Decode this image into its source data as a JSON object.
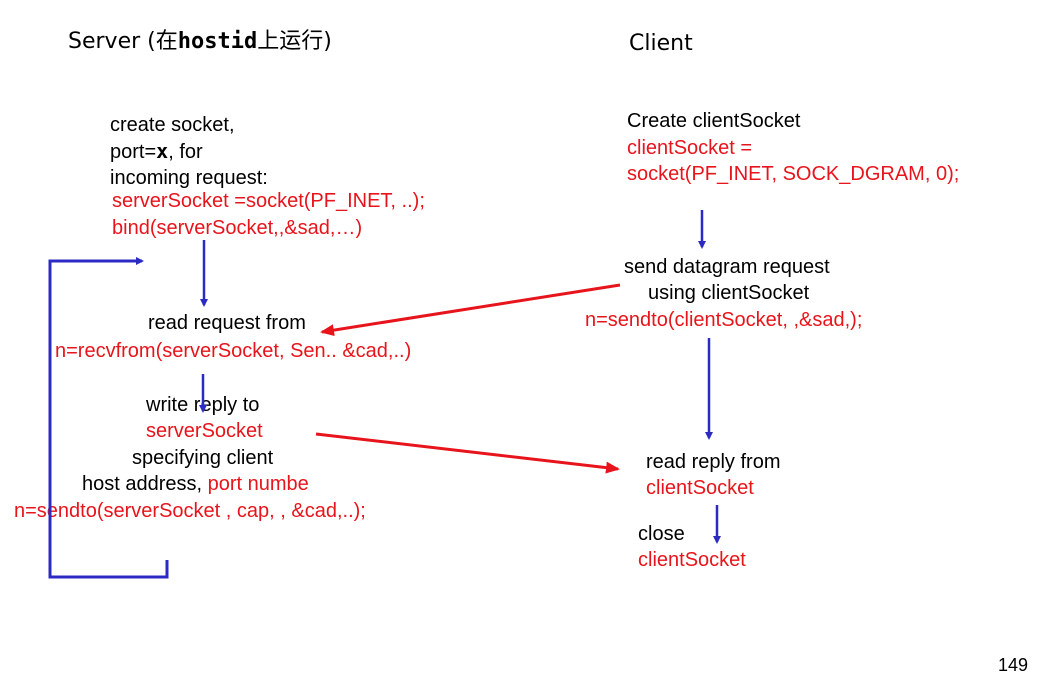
{
  "colors": {
    "code": "#e8141b",
    "flow": "#2b2bc4",
    "message": "#e8141b"
  },
  "headers": {
    "server_prefix": "Server (在",
    "server_host": "hostid",
    "server_suffix": "上运行)",
    "client": "Client"
  },
  "server": {
    "create": {
      "line1": "create socket,",
      "line2a": "port=",
      "line2b": "x",
      "line2c": ", for",
      "line3": "incoming request:",
      "code1": "serverSocket =socket(PF_INET, ..);",
      "code2": "bind(serverSocket,,&sad,…)"
    },
    "read": {
      "line1": "read request from",
      "code1": "n=recvfrom(serverSocket, Sen.. &cad,..)"
    },
    "write": {
      "line1": "write reply to",
      "code1": "serverSocket",
      "line2": "specifying client",
      "line3a": "host address, ",
      "line3b": "port numbe",
      "code2": "n=sendto(serverSocket , cap, , &cad,..);"
    }
  },
  "client": {
    "create": {
      "line1": "Create clientSocket",
      "code1": "clientSocket =",
      "code2": "socket(PF_INET, SOCK_DGRAM, 0);"
    },
    "send": {
      "line1": "send datagram request",
      "line2": "using clientSocket",
      "code1": "n=sendto(clientSocket,  ,&sad,);"
    },
    "read": {
      "line1": "read reply from",
      "code1": "clientSocket"
    },
    "close": {
      "line1": "close",
      "code1": "clientSocket"
    }
  },
  "page_number": "149"
}
